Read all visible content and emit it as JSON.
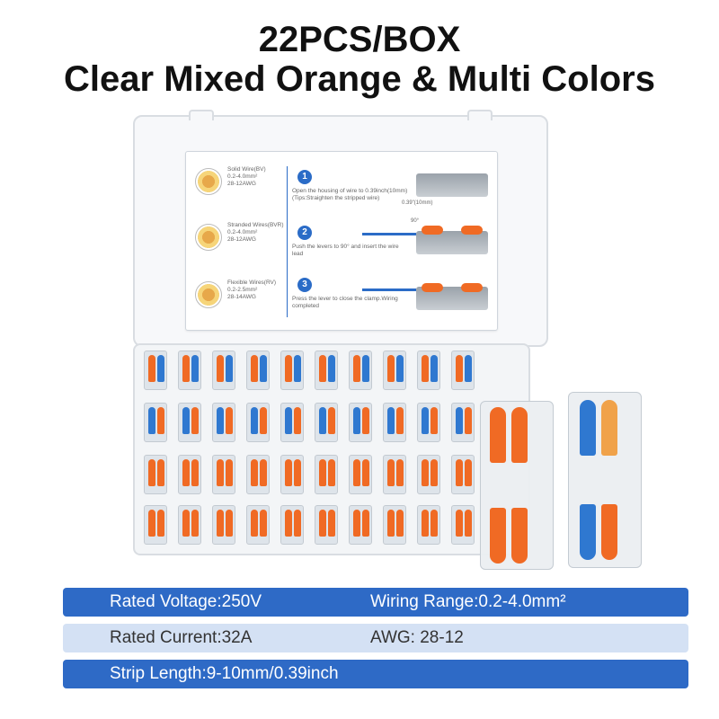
{
  "title": {
    "line1": "22PCS/BOX",
    "line2": "Clear Mixed Orange & Multi Colors"
  },
  "colors": {
    "orange": "#f06a24",
    "blue": "#2f78d0",
    "spec_dark": "#2e6ac6",
    "spec_light": "#d4e1f4"
  },
  "instruction_card": {
    "wire_types": [
      {
        "name": "Solid Wire(BV)",
        "range": "0.2-4.0mm²",
        "awg": "28-12AWG"
      },
      {
        "name": "Stranded Wires(BVR)",
        "range": "0.2-4.0mm²",
        "awg": "28-12AWG"
      },
      {
        "name": "Flexible Wires(RV)",
        "range": "0.2-2.5mm²",
        "awg": "28-14AWG"
      }
    ],
    "steps": [
      {
        "num": "1",
        "text": "Open the housing of wire to 0.39inch(10mm) (Tips:Straighten the stripped wire)"
      },
      {
        "num": "2",
        "text": "Push the levers to 90° and insert the wire lead"
      },
      {
        "num": "3",
        "text": "Press the lever to close the clamp.Wiring completed"
      }
    ],
    "dimension_label": "0.39\"(10mm)",
    "angle_label": "90°"
  },
  "specs": {
    "rated_voltage": "Rated Voltage:250V",
    "wiring_range": "Wiring Range:0.2-4.0mm²",
    "rated_current": "Rated Current:32A",
    "awg": "AWG: 28-12",
    "strip_length": "Strip Length:9-10mm/0.39inch"
  }
}
